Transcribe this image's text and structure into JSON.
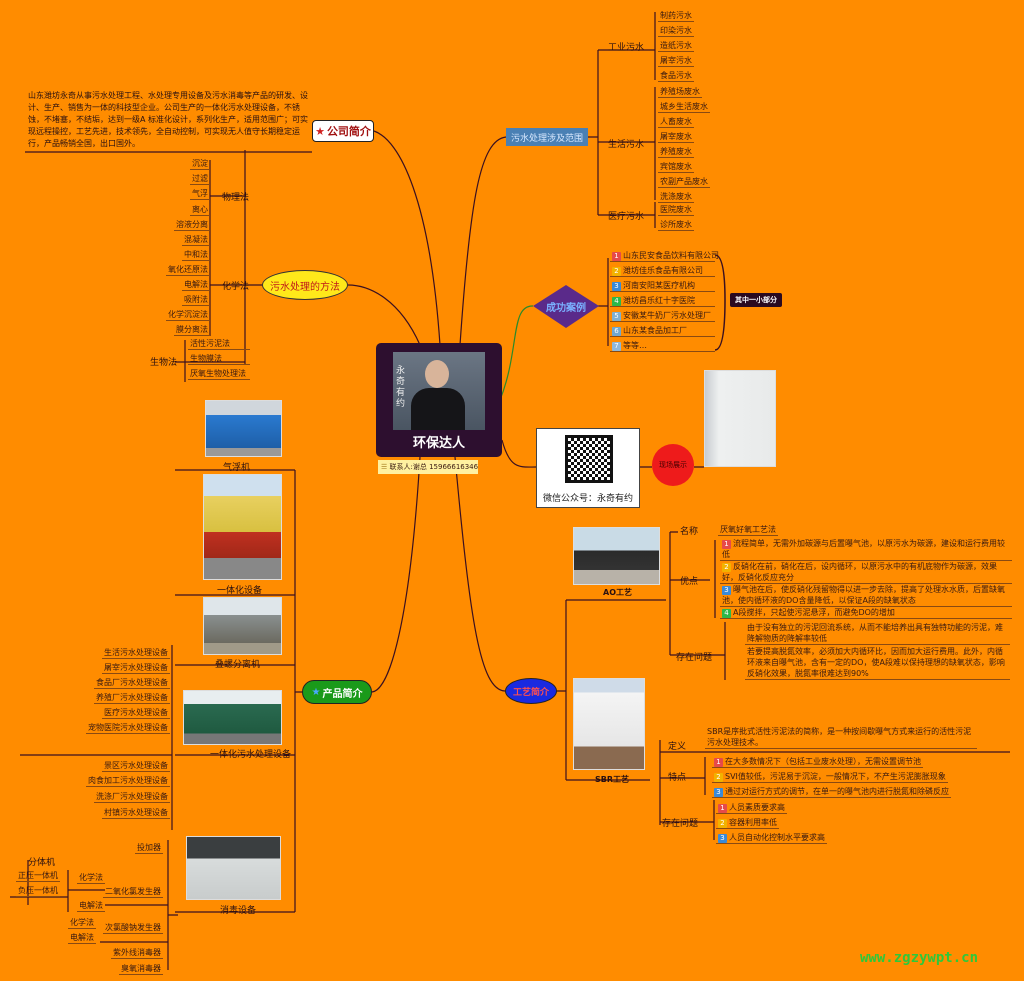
{
  "center": {
    "title": "环保达人",
    "photo_caption": "永奇有约",
    "contact": "联系人:谢总 15966616346"
  },
  "company": {
    "label": "公司简介",
    "text": "山东潍坊永奇从事污水处理工程、水处理专用设备及污水消毒等产品的研发、设计、生产、销售为一体的科技型企业。公司生产的一体化污水处理设备，不锈蚀，不堵塞，不结垢，达到一级A 标准化设计，系列化生产，适用范围广；可实现远程操控，工艺先进，技术领先，全自动控制，可实现无人值守长期稳定运行，产品畅销全国，出口国外。"
  },
  "scope": {
    "label": "污水处理涉及范围",
    "industrial": {
      "label": "工业污水",
      "items": [
        "制药污水",
        "印染污水",
        "造纸污水",
        "屠宰污水",
        "食品污水"
      ]
    },
    "domestic": {
      "label": "生活污水",
      "items": [
        "养殖场废水",
        "城乡生活废水",
        "人畜废水",
        "屠宰废水",
        "养殖废水",
        "宾馆废水",
        "农副产品废水",
        "洗涤废水"
      ]
    },
    "medical": {
      "label": "医疗污水",
      "items": [
        "医院废水",
        "诊所废水"
      ]
    }
  },
  "methods": {
    "label": "污水处理的方法",
    "physical": {
      "label": "物理法",
      "items": [
        "沉淀",
        "过滤",
        "气浮"
      ]
    },
    "chemical": {
      "label": "化学法",
      "items": [
        "离心",
        "溶液分离",
        "混凝法",
        "中和法",
        "氧化还原法",
        "电解法",
        "吸附法",
        "化学沉淀法",
        "膜分离法"
      ]
    },
    "biological": {
      "label": "生物法",
      "items": [
        "活性污泥法",
        "生物膜法",
        "厌氧生物处理法"
      ]
    }
  },
  "cases": {
    "label": "成功案例",
    "summary": "其中一小部分",
    "items": [
      "山东民安食品饮料有限公司",
      "潍坊佳乐食品有限公司",
      "河南安阳某医疗机构",
      "潍坊昌乐红十字医院",
      "安徽某牛奶厂污水处理厂",
      "山东某食品加工厂",
      "等等…"
    ]
  },
  "contact": {
    "qr_caption": "微信公众号：永奇有约",
    "circle_label": "现场展示"
  },
  "process": {
    "label": "工艺简介",
    "ao": {
      "caption": "AO工艺",
      "name_label": "名称",
      "name": "厌氧好氧工艺法",
      "adv_label": "优点",
      "advantages": [
        "流程简单，无需外加碳源与后置曝气池，以原污水为碳源，建设和运行费用较低",
        "反硝化在前，硝化在后，设内循环，以原污水中的有机底物作为碳源，效果好，反硝化反应充分",
        "曝气池在后，使反硝化残留物得以进一步去除，提高了处理水水质，后置缺氧池，使内循环液的DO含量降低，以保证A段的缺氧状态",
        "A段搅拌，只起使污泥悬浮，而避免DO的增加"
      ],
      "prob_label": "存在问题",
      "problems": [
        "由于没有独立的污泥回流系统，从而不能培养出具有独特功能的污泥，难降解物质的降解率较低",
        "若要提高脱氮效率，必须加大内循环比，因而加大运行费用。此外，内循环液来自曝气池，含有一定的DO，使A段难以保持理想的缺氧状态，影响反硝化效果，脱氮率很难达到90%"
      ]
    },
    "sbr": {
      "caption": "SBR工艺",
      "def_label": "定义",
      "definition": "SBR是序批式活性污泥法的简称，是一种按间歇曝气方式来运行的活性污泥污水处理技术。",
      "feat_label": "特点",
      "features": [
        "在大多数情况下（包括工业废水处理），无需设置调节池",
        "SVI值较低，污泥易于沉淀，一般情况下，不产生污泥膨胀现象",
        "通过对运行方式的调节，在单一的曝气池内进行脱氮和除磷反应"
      ],
      "prob_label": "存在问题",
      "problems": [
        "人员素质要求高",
        "容器利用率低",
        "人员自动化控制水平要求高"
      ]
    }
  },
  "products": {
    "label": "产品简介",
    "images": [
      "气浮机",
      "一体化设备",
      "叠螺分离机",
      "一体化污水处理设备",
      "消毒设备"
    ],
    "list": [
      "生活污水处理设备",
      "屠宰污水处理设备",
      "食品厂污水处理设备",
      "养殖厂污水处理设备",
      "医疗污水处理设备",
      "宠物医院污水处理设备",
      "景区污水处理设备",
      "肉食加工污水处理设备",
      "洗涤厂污水处理设备",
      "村镇污水处理设备"
    ],
    "disinfection": {
      "items": [
        "投加器",
        "二氧化氯发生器",
        "次氯酸钠发生器",
        "紫外线消毒器",
        "臭氧消毒器"
      ],
      "clo2_children": [
        "化学法",
        "电解法"
      ],
      "chem_children": [
        "分体机",
        "正压一体机",
        "负压一体机"
      ],
      "naclo_children": [
        "化学法",
        "电解法"
      ]
    }
  },
  "watermark": "www.zgzywpt.cn"
}
